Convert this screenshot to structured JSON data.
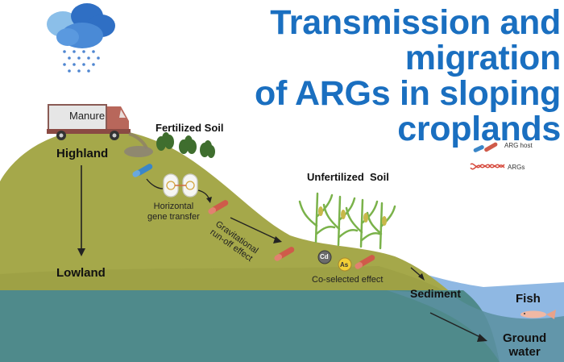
{
  "title": {
    "line1": "Transmission and migration",
    "line2": "of ARGs in sloping",
    "line3": "croplands"
  },
  "labels": {
    "manure": "Manure",
    "fertilized_soil": "Fertilized Soil",
    "highland": "Highland",
    "lowland": "Lowland",
    "unfertilized_soil": "Unfertilized  Soil",
    "horizontal_gene_transfer": "Horizontal\ngene transfer",
    "gravitational_runoff": "Gravitational\nrun-off effect",
    "co_selected_effect": "Co-selected effect",
    "sediment": "Sediment",
    "fish": "Fish",
    "ground_water": "Ground\nwater",
    "cd": "Cd",
    "as": "As"
  },
  "legend": {
    "arg_host": "ARG host",
    "args": "ARGs"
  },
  "colors": {
    "title": "#1a6fc0",
    "hill": "#a5a84a",
    "water": "#4f8a8b",
    "truck": "#b8675b",
    "cloud": "#3d7fd6",
    "rain": "#4f86d1",
    "arg_red": "#d6493c"
  }
}
